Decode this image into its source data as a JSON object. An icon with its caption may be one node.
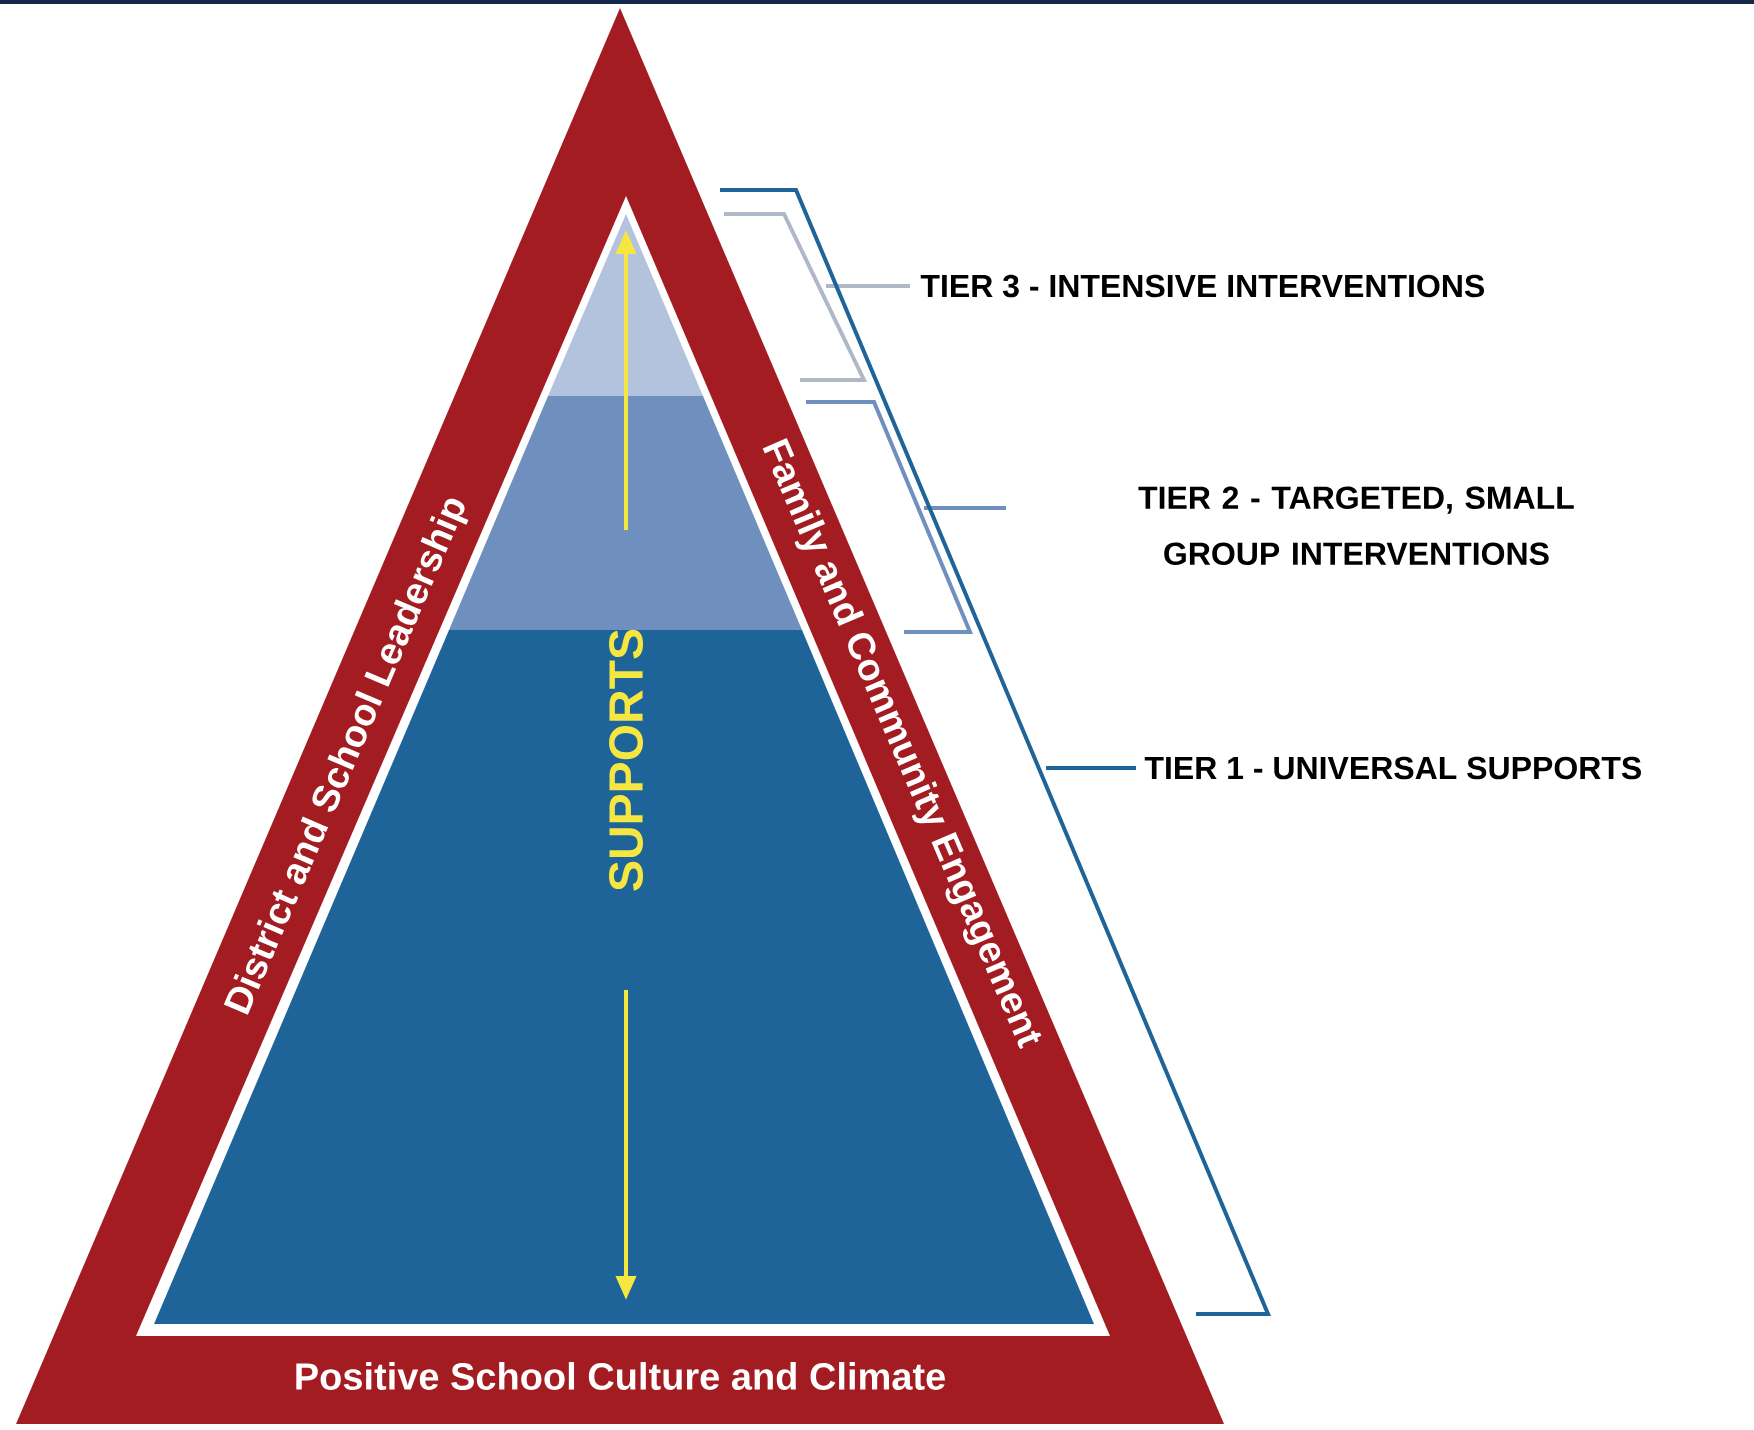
{
  "diagram": {
    "nodes": [
      {
        "text": [
          "District and School Leadership",
          "Family and Community Engagement",
          "Positive School Culture and Climate"
        ]
      },
      {
        "text": [
          "SUPPORTS"
        ],
        "in": 0
      }
    ],
    "labels": [
      "TIER 3 - INTENSIVE INTERVENTIONS",
      "TIER 2 - TARGETED, SMALL GROUP INTERVENTIONS",
      "TIER 1 - UNIVERSAL SUPPORTS"
    ]
  }
}
